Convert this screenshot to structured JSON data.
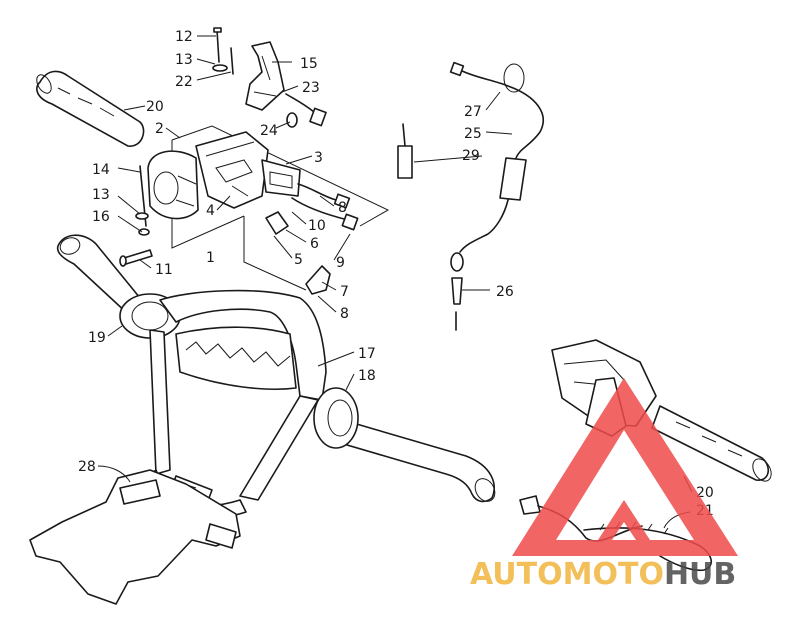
{
  "callouts": {
    "c12": "12",
    "c13a": "13",
    "c22": "22",
    "c15": "15",
    "c23": "23",
    "c24": "24",
    "c20a": "20",
    "c2": "2",
    "c3": "3",
    "c14": "14",
    "c13b": "13",
    "c16": "16",
    "c4": "4",
    "c1": "1",
    "c11": "11",
    "c10": "10",
    "c8a": "8",
    "c6": "6",
    "c5": "5",
    "c9": "9",
    "c7": "7",
    "c8b": "8",
    "c19": "19",
    "c17": "17",
    "c18": "18",
    "c28": "28",
    "c27": "27",
    "c25": "25",
    "c29": "29",
    "c26": "26",
    "c20b": "20",
    "c21": "21"
  },
  "watermark": {
    "brand_part1": "AUTOMOTO",
    "brand_part2": "HUB",
    "color_red": "#ef4b4b",
    "color_gold": "#f0b43c",
    "color_dark": "#4a4a4a"
  }
}
